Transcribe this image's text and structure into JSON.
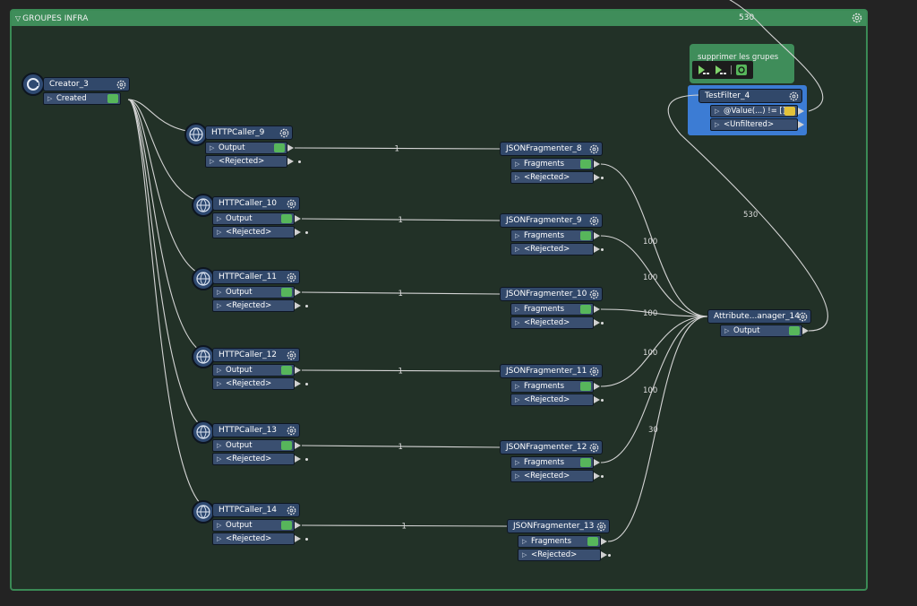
{
  "group": {
    "title": "GROUPES INFRA",
    "count": "530",
    "color": "#3f8d5a"
  },
  "bookmark": {
    "label": "supprimer les grupes"
  },
  "creator": {
    "name": "Creator_3",
    "port": "Created"
  },
  "http_callers": [
    {
      "name": "HTTPCaller_9",
      "out": "Output",
      "rej": "<Rejected>"
    },
    {
      "name": "HTTPCaller_10",
      "out": "Output",
      "rej": "<Rejected>"
    },
    {
      "name": "HTTPCaller_11",
      "out": "Output",
      "rej": "<Rejected>"
    },
    {
      "name": "HTTPCaller_12",
      "out": "Output",
      "rej": "<Rejected>"
    },
    {
      "name": "HTTPCaller_13",
      "out": "Output",
      "rej": "<Rejected>"
    },
    {
      "name": "HTTPCaller_14",
      "out": "Output",
      "rej": "<Rejected>"
    }
  ],
  "fragmenters": [
    {
      "name": "JSONFragmenter_8",
      "out": "Fragments",
      "rej": "<Rejected>"
    },
    {
      "name": "JSONFragmenter_9",
      "out": "Fragments",
      "rej": "<Rejected>"
    },
    {
      "name": "JSONFragmenter_10",
      "out": "Fragments",
      "rej": "<Rejected>"
    },
    {
      "name": "JSONFragmenter_11",
      "out": "Fragments",
      "rej": "<Rejected>"
    },
    {
      "name": "JSONFragmenter_12",
      "out": "Fragments",
      "rej": "<Rejected>"
    },
    {
      "name": "JSONFragmenter_13",
      "out": "Fragments",
      "rej": "<Rejected>"
    }
  ],
  "link_counts": {
    "http_to_frag": [
      "1",
      "1",
      "1",
      "1",
      "1",
      "1"
    ],
    "frag_to_manager": [
      "100",
      "100",
      "100",
      "100",
      "100",
      "30"
    ],
    "filter_loop": "530"
  },
  "manager": {
    "name": "Attribute...anager_14",
    "out": "Output"
  },
  "testfilter": {
    "name": "TestFilter_4",
    "pass": "@Value(...) != []",
    "fail": "<Unfiltered>"
  },
  "colors": {
    "transformer": "#31486a",
    "port": "#3a4f70",
    "selection": "#3c7cd4",
    "inspect": "#57b65b"
  }
}
